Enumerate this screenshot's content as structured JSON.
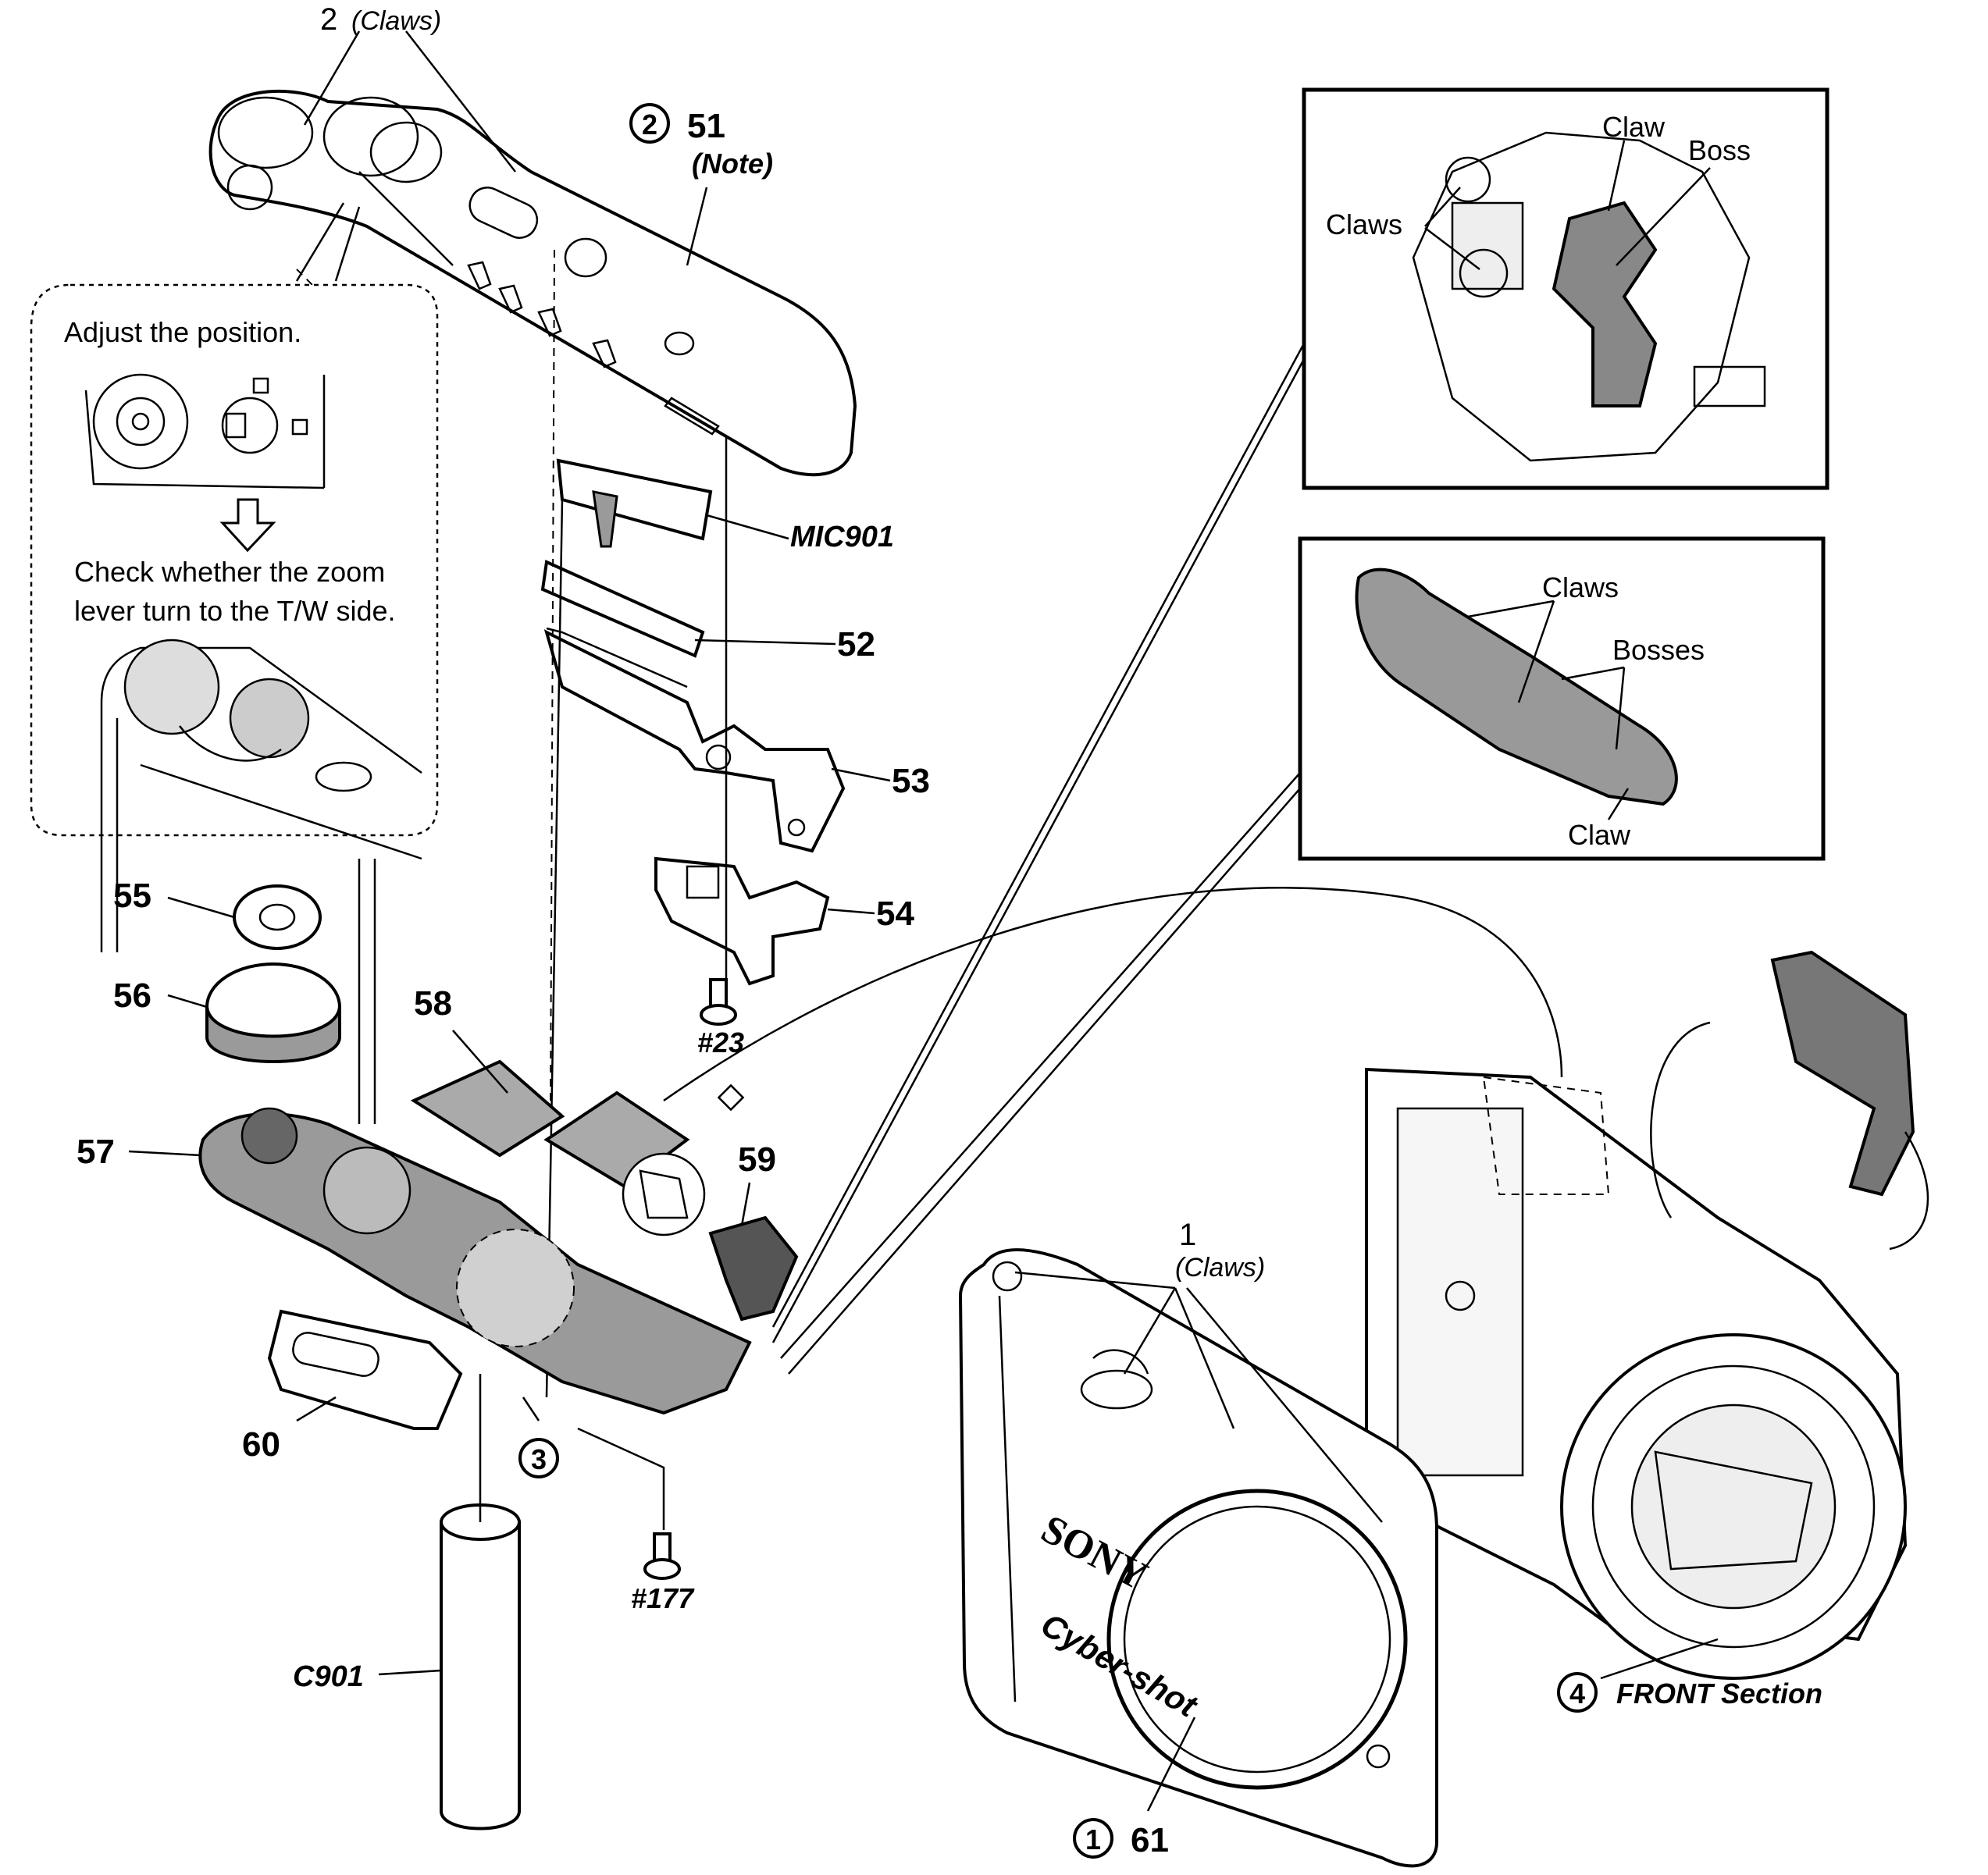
{
  "labels": {
    "claws_top_num": "2",
    "claws_top_txt": "(Claws)",
    "step2": "2",
    "p51": "51",
    "note": "(Note)",
    "mic901": "MIC901",
    "p52": "52",
    "p53": "53",
    "p54": "54",
    "screw23": "#23",
    "p55": "55",
    "p56": "56",
    "p57": "57",
    "p58": "58",
    "p59": "59",
    "p60": "60",
    "step3": "3",
    "screw177": "#177",
    "c901": "C901",
    "step1": "1",
    "p61": "61",
    "claws1_num": "1",
    "claws1_txt": "(Claws)",
    "step4": "4",
    "front_section": "FRONT Section",
    "brand_sony": "SONY",
    "brand_cybershot": "Cyber-shot"
  },
  "adjust_box": {
    "line1": "Adjust the position.",
    "line2": "Check whether the zoom",
    "line3": "lever turn to the T/W side."
  },
  "detail_top": {
    "claw": "Claw",
    "boss": "Boss",
    "claws": "Claws"
  },
  "detail_mid": {
    "claws": "Claws",
    "bosses": "Bosses",
    "claw": "Claw"
  }
}
